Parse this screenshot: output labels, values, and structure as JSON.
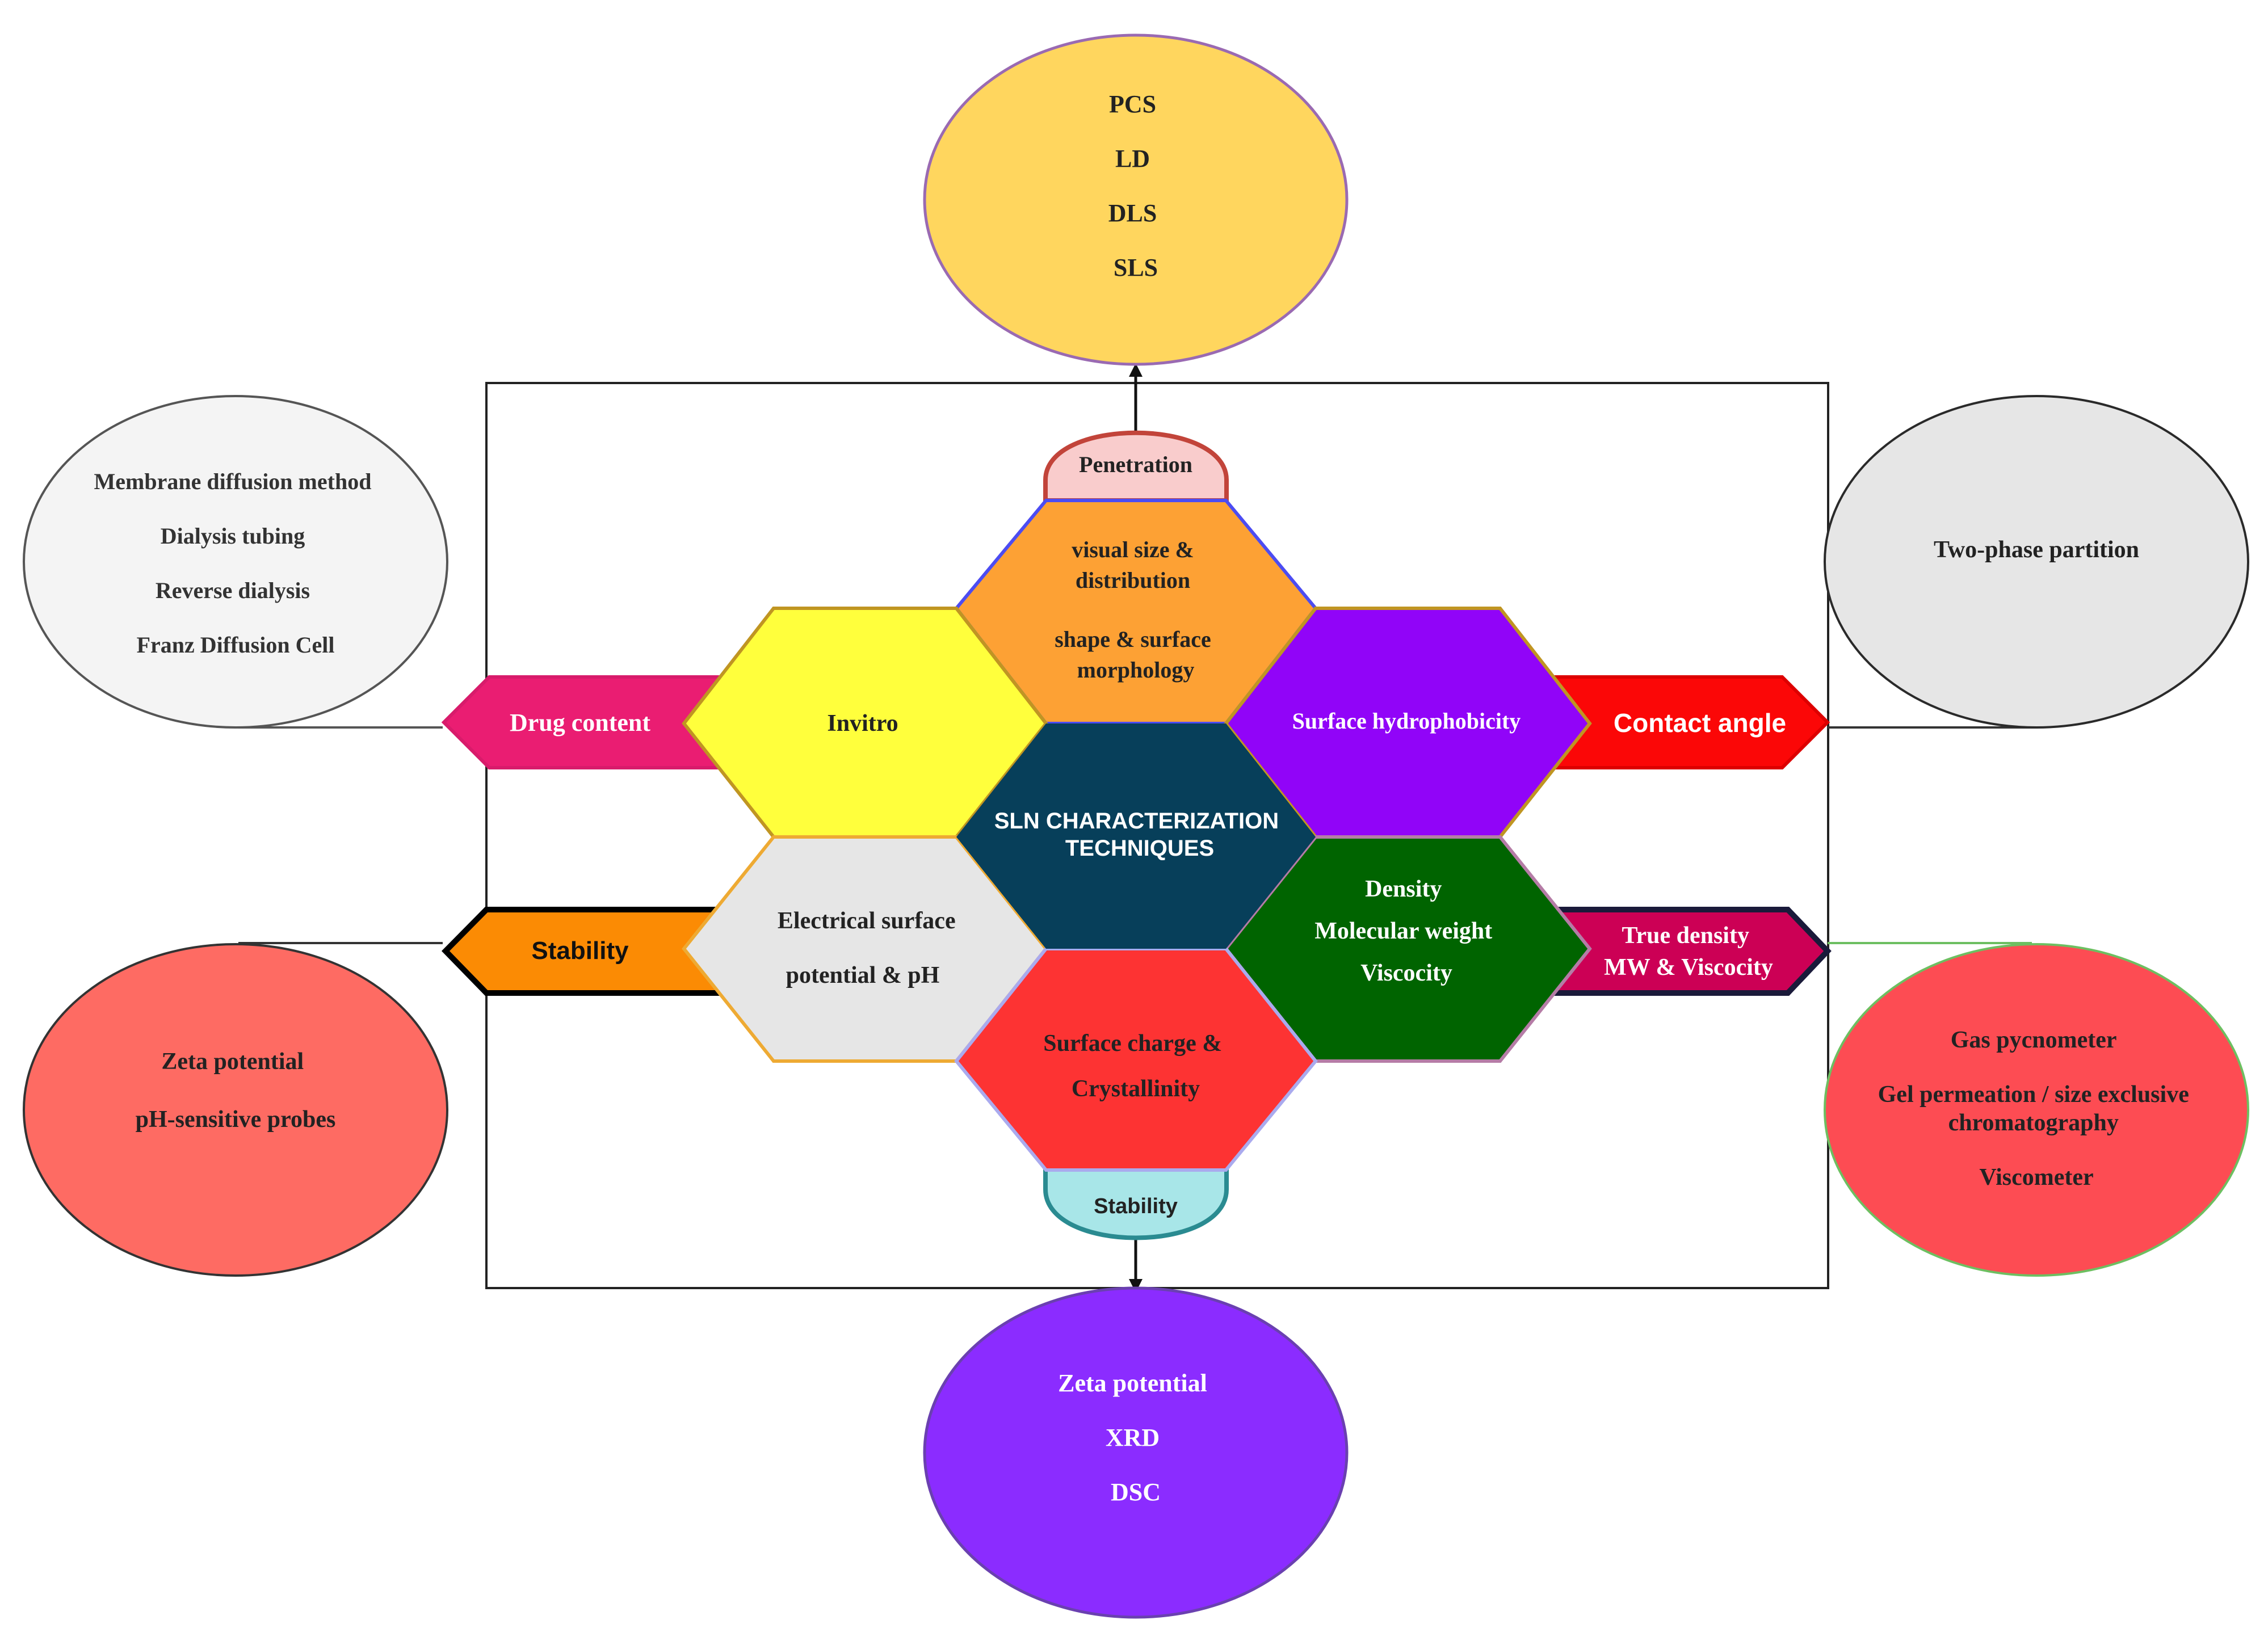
{
  "center": {
    "lines": [
      "SLN CHARACTERIZATION",
      "TECHNIQUES"
    ],
    "fill": "#073f5a",
    "text_color": "#ffffff"
  },
  "hexagons": [
    {
      "id": "top",
      "lines": [
        "visual size &",
        "distribution",
        "",
        "shape & surface",
        "morphology"
      ],
      "fill": "#fda134",
      "stroke": "#4c4cf2",
      "text_color": "#222222"
    },
    {
      "id": "upper-left",
      "lines": [
        "Invitro"
      ],
      "fill": "#ffff3c",
      "stroke": "#c09522",
      "text_color": "#222222"
    },
    {
      "id": "upper-right",
      "lines": [
        "Surface hydrophobicity"
      ],
      "fill": "#9104f8",
      "stroke": "#c09522",
      "text_color": "#ffffff"
    },
    {
      "id": "lower-left",
      "lines": [
        "Electrical surface",
        "",
        "potential & pH"
      ],
      "fill": "#e6e6e6",
      "stroke": "#eeaa33",
      "text_color": "#222222"
    },
    {
      "id": "lower-right",
      "lines": [
        "Density",
        "Molecular weight",
        "Viscocity"
      ],
      "fill": "#006400",
      "stroke": "#b57ca6",
      "text_color": "#ffffff"
    },
    {
      "id": "bottom",
      "lines": [
        "Surface charge &",
        "",
        "Crystallinity"
      ],
      "fill": "#fd3333",
      "stroke": "#aaaaee",
      "text_color": "#222222"
    }
  ],
  "caps": [
    {
      "id": "top",
      "label": "Penetration",
      "fill": "#f9cccc",
      "stroke": "#c2443a"
    },
    {
      "id": "bottom",
      "label": "Stability",
      "fill": "#a8e6e8",
      "stroke": "#2a8b91"
    }
  ],
  "arrows": [
    {
      "id": "drug-content",
      "label": "Drug content",
      "fill": "#ea1d72",
      "stroke": "#d81b6b",
      "text_color": "#ffffff",
      "font": "serif"
    },
    {
      "id": "contact-angle",
      "label": "Contact angle",
      "fill": "#fb0707",
      "stroke": "#dd0000",
      "text_color": "#ffffff",
      "font": "sans"
    },
    {
      "id": "stability-left",
      "label": "Stability",
      "fill": "#fb8b04",
      "stroke": "#000000",
      "text_color": "#111111",
      "font": "sans"
    },
    {
      "id": "true-density",
      "lines": [
        "True density",
        "MW & Viscocity"
      ],
      "fill": "#cc0055",
      "stroke": "#1a1a3a",
      "text_color": "#ffffff",
      "font": "serif"
    }
  ],
  "ellipses": [
    {
      "id": "top",
      "lines": [
        "PCS",
        "LD",
        "DLS",
        "SLS"
      ],
      "fill": "#ffd65e",
      "stroke": "#9a6ab2",
      "text_color": "#222222"
    },
    {
      "id": "left-top",
      "lines": [
        "Membrane diffusion method",
        "Dialysis tubing",
        "Reverse dialysis",
        "Franz Diffusion Cell"
      ],
      "fill": "#f4f4f4",
      "stroke": "#555555",
      "text_color": "#333333"
    },
    {
      "id": "right-top",
      "lines": [
        "Two-phase partition"
      ],
      "fill": "#e6e6e6",
      "stroke": "#2a2a2a",
      "text_color": "#222222"
    },
    {
      "id": "left-bottom",
      "lines": [
        "Zeta potential",
        "pH-sensitive probes"
      ],
      "fill": "#fe6b63",
      "stroke": "#333333",
      "text_color": "#222222"
    },
    {
      "id": "right-bottom",
      "lines": [
        "Gas pycnometer",
        "Gel permeation / size exclusive",
        "chromatography",
        "Viscometer"
      ],
      "fill": "#fd4c53",
      "stroke": "#6dbf61",
      "text_color": "#222222"
    },
    {
      "id": "bottom",
      "lines": [
        "Zeta potential",
        "XRD",
        "DSC"
      ],
      "fill": "#8b2cff",
      "stroke": "#6a40b0",
      "text_color": "#ffffff"
    }
  ]
}
